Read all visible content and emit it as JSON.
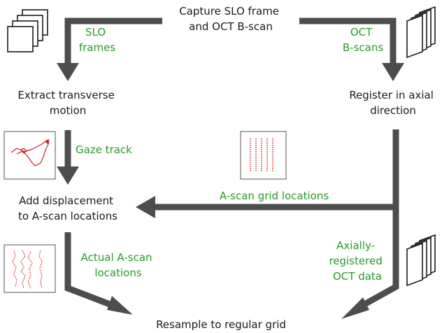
{
  "nodes": {
    "capture": [
      "Capture SLO frame",
      "and OCT B-scan"
    ],
    "extract": [
      "Extract transverse",
      "motion"
    ],
    "register": [
      "Register in axial",
      "direction"
    ],
    "add": [
      "Add displacement",
      "to A-scan locations"
    ],
    "resample": [
      "Resample to regular grid"
    ]
  },
  "edges": {
    "slo_frames": [
      "SLO",
      "frames"
    ],
    "oct_bscans": [
      "OCT",
      "B-scans"
    ],
    "gaze_track": [
      "Gaze track"
    ],
    "ascan_grid": [
      "A-scan grid locations"
    ],
    "actual_ascan": [
      "Actual A-scan",
      "locations"
    ],
    "axially_registered": [
      "Axially-",
      "registered",
      "OCT data"
    ]
  },
  "icons": {
    "slo_stack": "stacked-square-frames-icon",
    "oct_stack": "stacked-skewed-bscan-icon",
    "oct_stack_2": "stacked-skewed-bscan-icon",
    "gaze_thumb": "gaze-track-plot-icon",
    "grid_thumb": "ascan-grid-plot-icon",
    "actual_thumb": "actual-ascan-plot-icon"
  },
  "colors": {
    "arrow": "#4d4d4d",
    "edge_label": "#2a9a2a",
    "trace": "#cc2222"
  }
}
